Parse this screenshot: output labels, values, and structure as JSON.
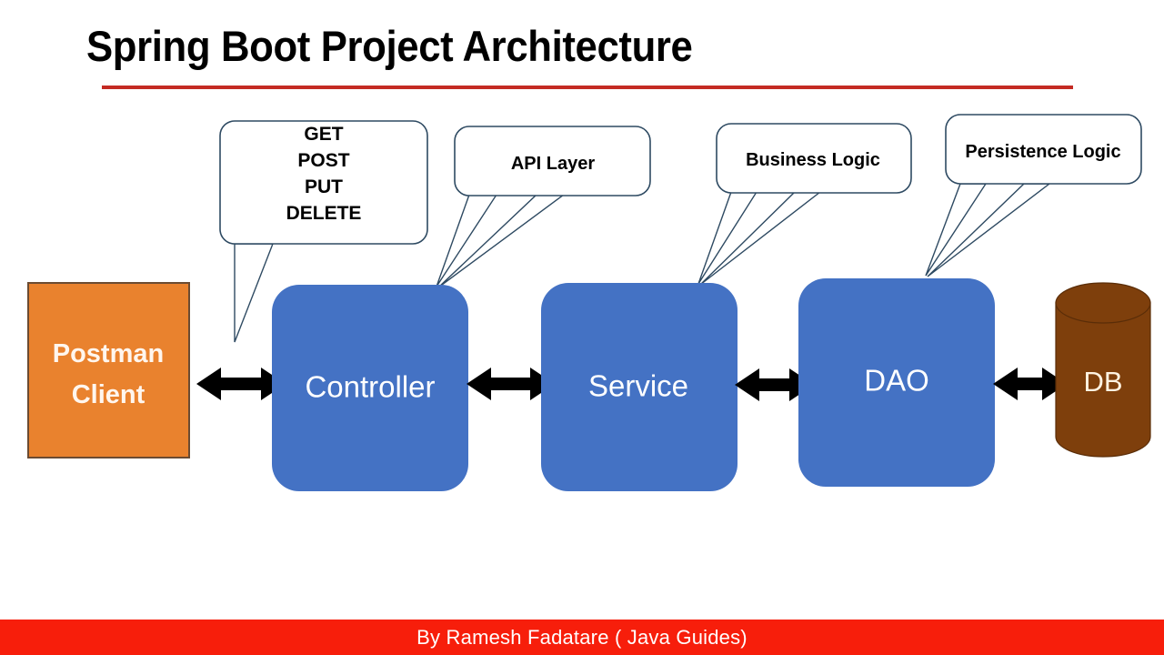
{
  "slide": {
    "title": "Spring Boot Project Architecture",
    "accent_rule_color": "#C42A23",
    "background_color": "#FFFFFF"
  },
  "callouts": [
    {
      "name": "http-methods",
      "lines": [
        "GET",
        "POST",
        "PUT",
        "DELETE"
      ],
      "text": "GET POST PUT DELETE",
      "points_to": "Postman Client"
    },
    {
      "name": "api-layer",
      "lines": [
        "API Layer"
      ],
      "text": "API Layer",
      "points_to": "Controller"
    },
    {
      "name": "business-logic",
      "lines": [
        "Business Logic"
      ],
      "text": "Business Logic",
      "points_to": "Service"
    },
    {
      "name": "persistence-logic",
      "lines": [
        "Persistence Logic"
      ],
      "text": "Persistence Logic",
      "points_to": "DAO"
    }
  ],
  "nodes": {
    "client": {
      "label_line1": "Postman",
      "label_line2": "Client",
      "label": "Postman Client",
      "fill": "#E9822E",
      "text_color": "#FFF6EE",
      "shape": "rectangle"
    },
    "controller": {
      "label": "Controller",
      "fill": "#4472C4",
      "text_color": "#FFFFFF",
      "shape": "rounded-rectangle"
    },
    "service": {
      "label": "Service",
      "fill": "#4472C4",
      "text_color": "#FFFFFF",
      "shape": "rounded-rectangle"
    },
    "dao": {
      "label": "DAO",
      "fill": "#4472C4",
      "text_color": "#FFFFFF",
      "shape": "rounded-rectangle"
    },
    "db": {
      "label": "DB",
      "fill": "#7E3F0C",
      "text_color": "#FFF3E2",
      "shape": "cylinder"
    }
  },
  "connections": [
    {
      "name": "client-controller",
      "from": "Postman Client",
      "to": "Controller",
      "style": "double-arrow"
    },
    {
      "name": "controller-service",
      "from": "Controller",
      "to": "Service",
      "style": "double-arrow"
    },
    {
      "name": "service-dao",
      "from": "Service",
      "to": "DAO",
      "style": "double-arrow"
    },
    {
      "name": "dao-db",
      "from": "DAO",
      "to": "DB",
      "style": "double-arrow"
    }
  ],
  "footer": {
    "text": "By Ramesh Fadatare ( Java Guides)",
    "background_color": "#F71E0B",
    "text_color": "#FFFFFF"
  }
}
